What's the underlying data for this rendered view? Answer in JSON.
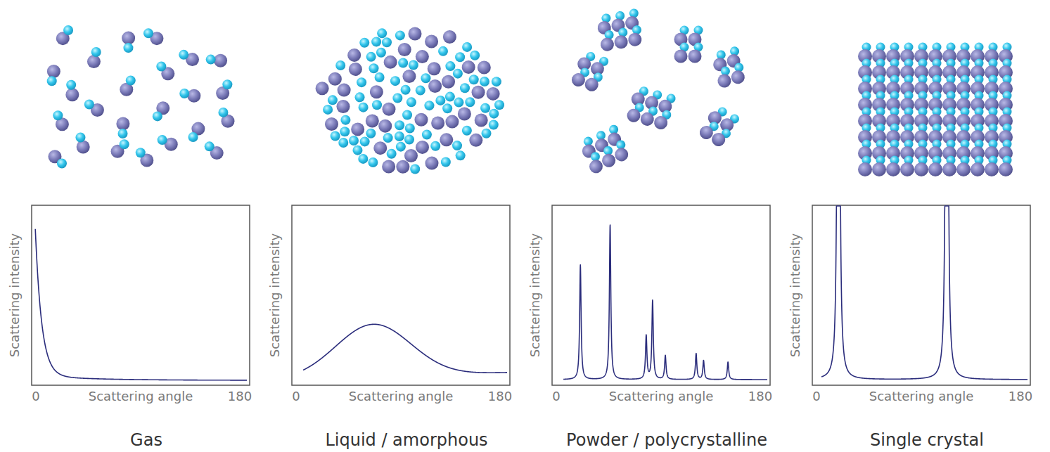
{
  "diagram": {
    "labels": [
      "Scattering intensity",
      "0",
      "Scattering angle",
      "180",
      "Scattering intensity",
      "0",
      "Scattering angle",
      "180",
      "Scattering intensity",
      "0",
      "Scattering angle",
      "180",
      "Scattering intensity",
      "0",
      "Scattering angle",
      "180",
      "Gas",
      "Liquid / amorphous",
      "Powder / polycrystalline",
      "Single crystal"
    ]
  }
}
